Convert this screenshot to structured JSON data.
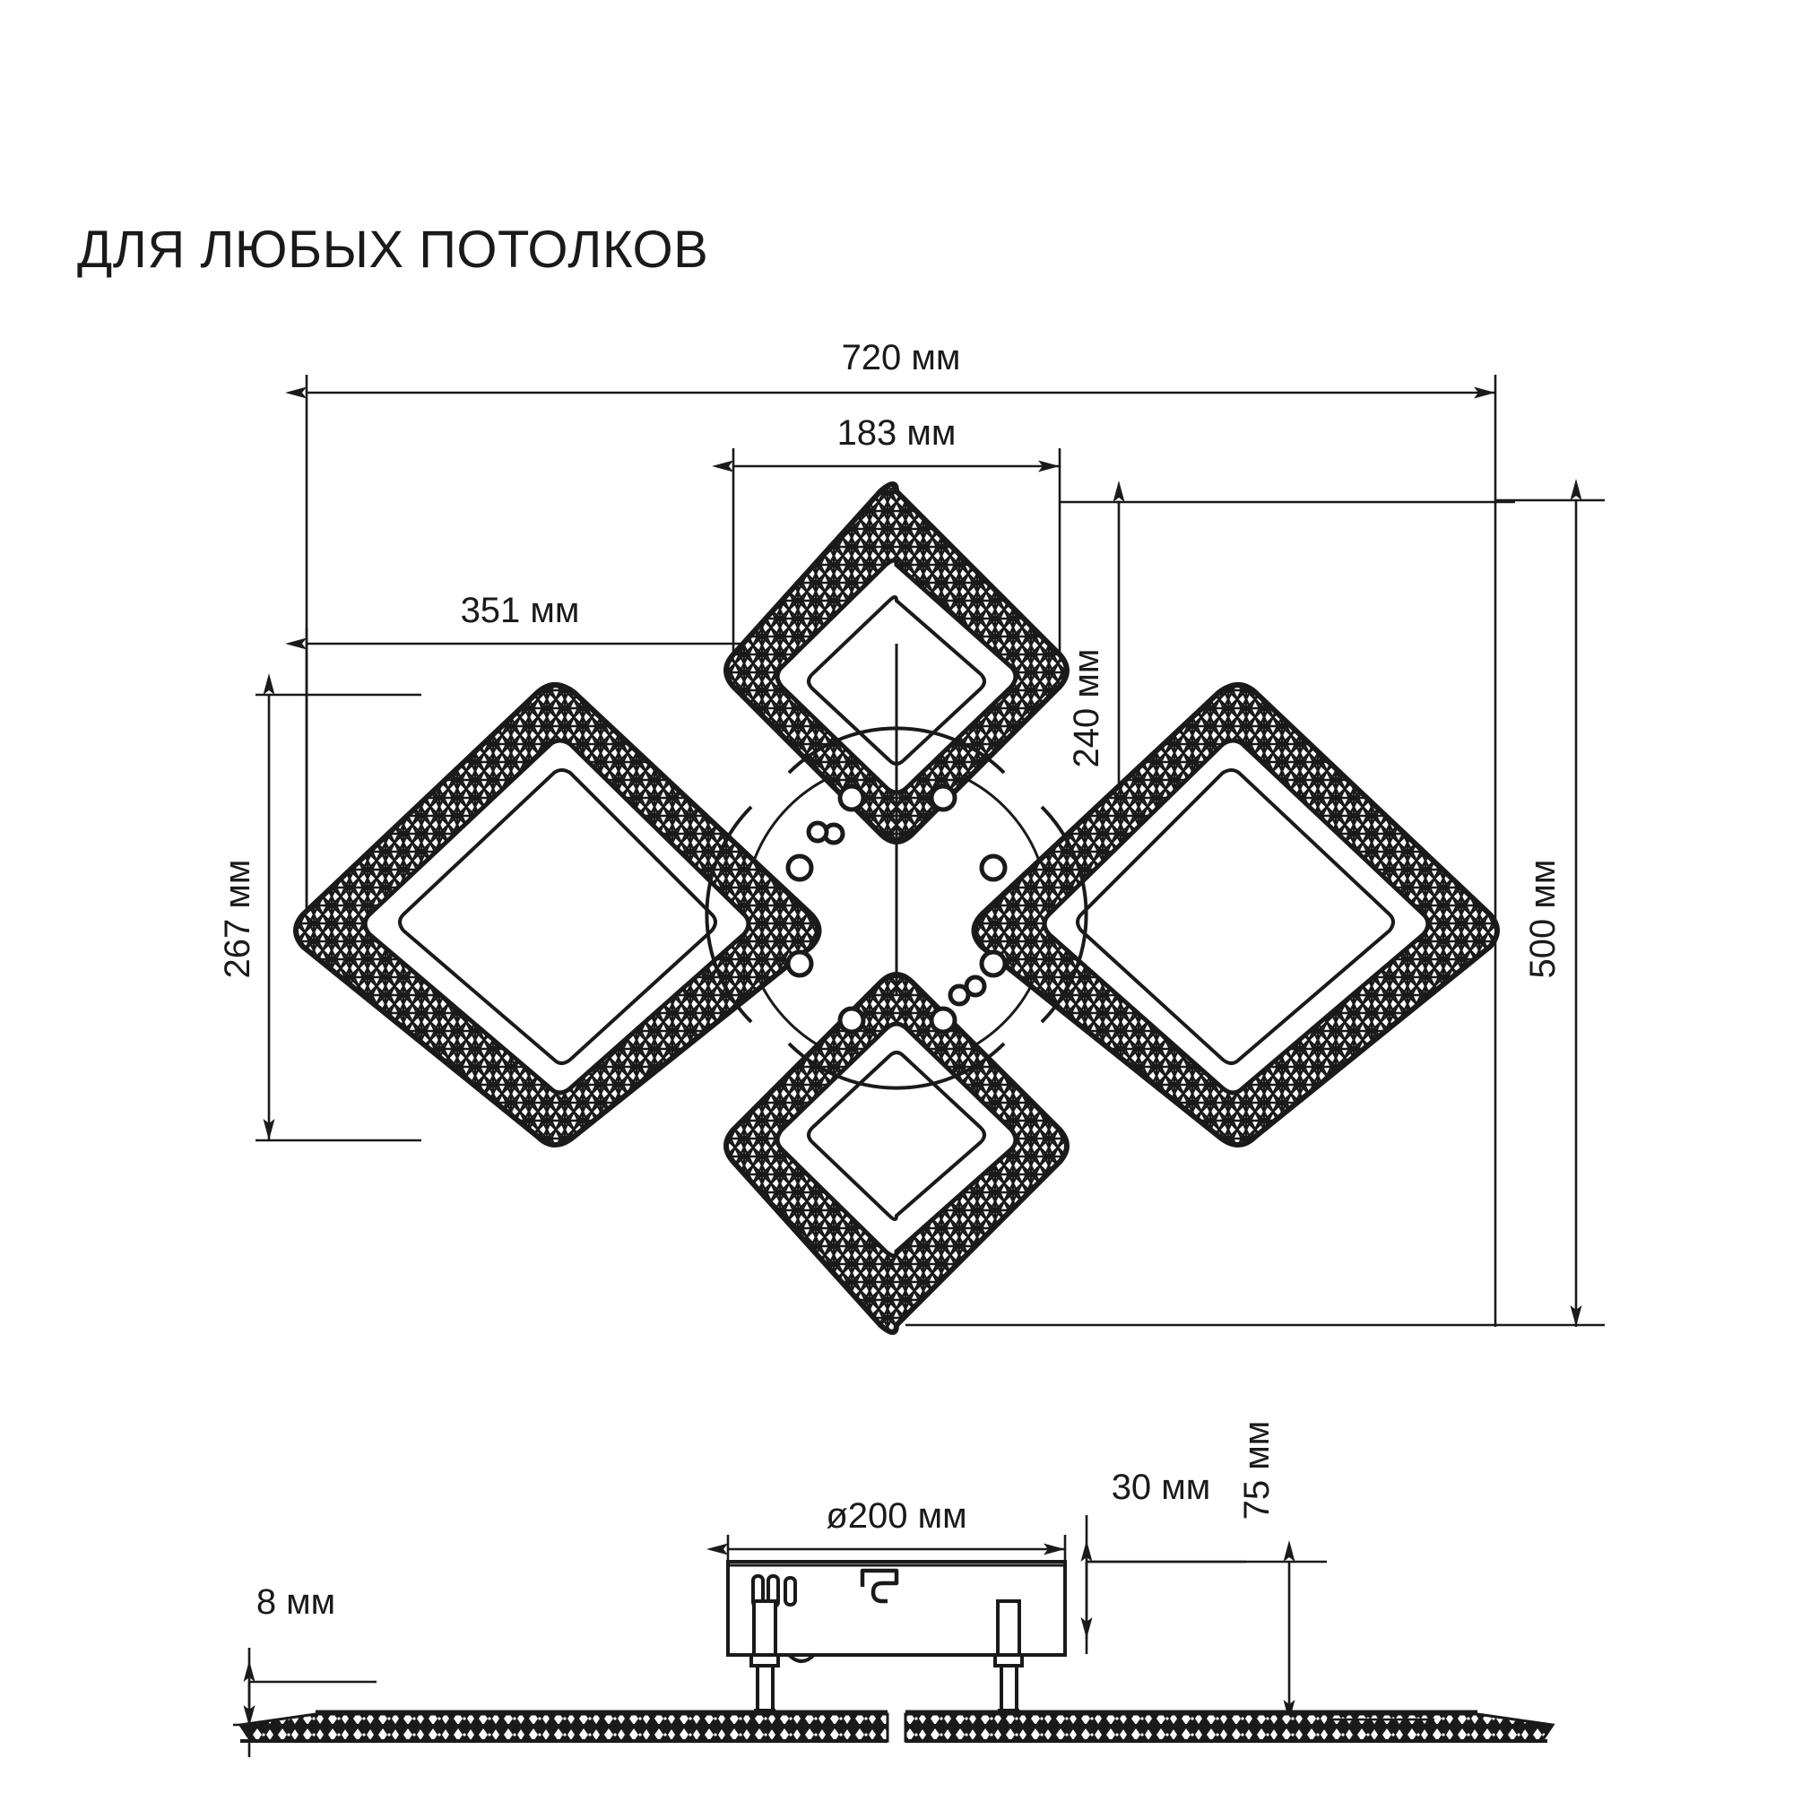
{
  "page": {
    "title": "ДЛЯ ЛЮБЫХ ПОТОЛКОВ",
    "background_color": "#ffffff",
    "line_color": "#1a1a1a"
  },
  "drawing": {
    "type": "technical-dimension-drawing",
    "subject": "ceiling lamp with four diamond/rhombus crystal panels",
    "views": [
      {
        "name": "top-view",
        "label": ""
      },
      {
        "name": "side-view",
        "label": ""
      }
    ]
  },
  "dimensions": {
    "overall_width": {
      "value": "720 мм",
      "orientation": "horizontal",
      "view": "top-view"
    },
    "small_panel_width": {
      "value": "183 мм",
      "orientation": "horizontal",
      "view": "top-view"
    },
    "center_offset": {
      "value": "351 мм",
      "orientation": "horizontal",
      "view": "top-view"
    },
    "small_panel_height": {
      "value": "240 мм",
      "orientation": "vertical",
      "view": "top-view"
    },
    "large_panel_height": {
      "value": "267 мм",
      "orientation": "vertical",
      "view": "top-view"
    },
    "overall_height": {
      "value": "500 мм",
      "orientation": "vertical",
      "view": "top-view"
    },
    "base_diameter": {
      "value": "ø200 мм",
      "orientation": "horizontal",
      "view": "side-view"
    },
    "base_thickness": {
      "value": "30 мм",
      "orientation": "horizontal",
      "view": "side-view"
    },
    "total_depth": {
      "value": "75 мм",
      "orientation": "vertical",
      "view": "side-view"
    },
    "panel_thickness": {
      "value": "8 мм",
      "orientation": "vertical",
      "view": "side-view"
    }
  },
  "labels": {
    "d720": "720 мм",
    "d183": "183 мм",
    "d351": "351 мм",
    "d240": "240 мм",
    "d267": "267 мм",
    "d500": "500 мм",
    "d200": "ø200 мм",
    "d30": "30 мм",
    "d75": "75 мм",
    "d8": "8 мм"
  }
}
